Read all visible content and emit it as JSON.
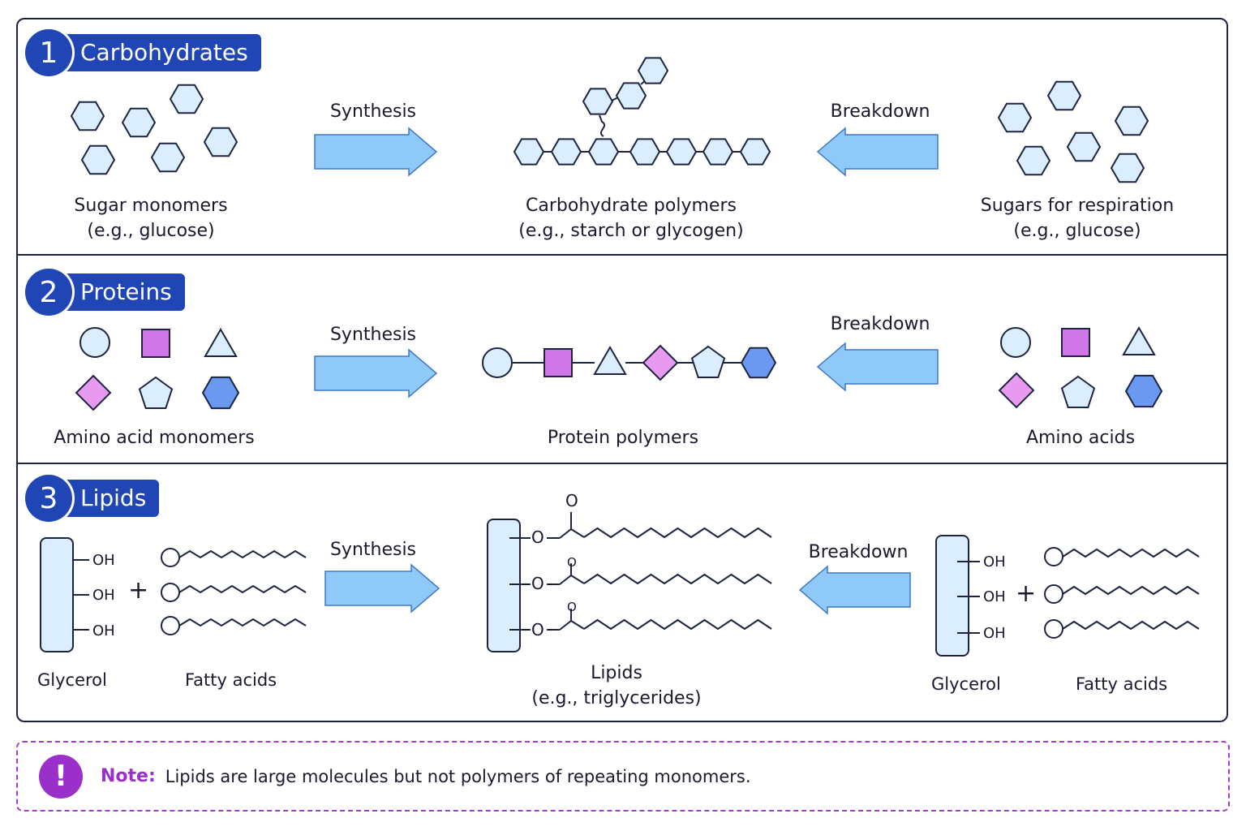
{
  "colors": {
    "navy": "#1f46b4",
    "outline": "#1c2440",
    "light_blue": "#dbeeff",
    "arrow_blue": "#8ec9f7",
    "pink": "#e79af0",
    "magenta": "#d176e8",
    "medium_blue": "#6b98f0",
    "purple": "#9b2fc9"
  },
  "sections": [
    {
      "number": "1",
      "title": "Carbohydrates",
      "synthesis_label": "Synthesis",
      "breakdown_label": "Breakdown",
      "left_caption": "Sugar monomers",
      "left_caption_2": "(e.g., glucose)",
      "center_caption": "Carbohydrate polymers",
      "center_caption_2": "(e.g., starch or glycogen)",
      "right_caption": "Sugars for respiration",
      "right_caption_2": "(e.g., glucose)"
    },
    {
      "number": "2",
      "title": "Proteins",
      "synthesis_label": "Synthesis",
      "breakdown_label": "Breakdown",
      "left_caption": "Amino acid monomers",
      "center_caption": "Protein polymers",
      "right_caption": "Amino acids"
    },
    {
      "number": "3",
      "title": "Lipids",
      "synthesis_label": "Synthesis",
      "breakdown_label": "Breakdown",
      "oh_label": "OH",
      "o_label": "O",
      "plus": "+",
      "glycerol_label": "Glycerol",
      "fatty_acids_label": "Fatty acids",
      "center_caption": "Lipids",
      "center_caption_2": "(e.g., triglycerides)"
    }
  ],
  "note": {
    "icon": "exclamation-icon",
    "title": "Note:",
    "text": "Lipids are large molecules but  not polymers of repeating monomers."
  }
}
